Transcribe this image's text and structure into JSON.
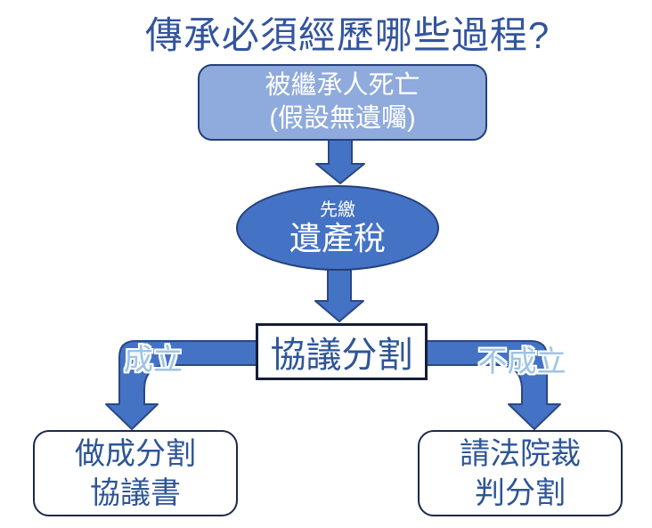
{
  "title": "傳承必須經歷哪些過程?",
  "flow": {
    "start_box": {
      "line1": "被繼承人死亡",
      "line2": "(假設無遺囑)"
    },
    "tax_ellipse": {
      "line1": "先繳",
      "line2": "遺產稅"
    },
    "decision_box": {
      "label": "協議分割"
    },
    "left_branch": {
      "label": "成立",
      "result_line1": "做成分割",
      "result_line2": "協議書"
    },
    "right_branch": {
      "label": "不成立",
      "result_line1": "請法院裁",
      "result_line2": "判分割"
    }
  },
  "colors": {
    "title_text": "#33549E",
    "node_fill_light": "#8FAADC",
    "node_fill_accent": "#4472C4",
    "node_border_dark": "#24407C",
    "arrow_fill": "#4472C4",
    "arrow_border": "#2A4885",
    "decision_border": "#151E35",
    "node_text_blue": "#2E5597",
    "node_text_white": "#FFFFFF",
    "branch_label_text": "#9DC3E6",
    "background": "#FFFFFF"
  }
}
